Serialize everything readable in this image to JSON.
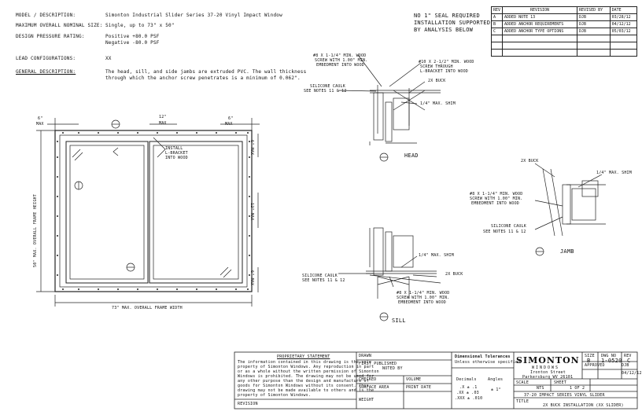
{
  "header": {
    "model_label": "MODEL / DESCRIPTION:",
    "model_value": "Simonton Industrial Slider Series 37-20 Vinyl Impact Window",
    "max_size_label": "MAXIMUM OVERALL NOMINAL SIZE:",
    "max_size_value": "Single, up to 73\" x 50\"",
    "design_pressure_label": "DESIGN PRESSURE RATING:",
    "design_pressure_pos": "Positive +80.0 PSF",
    "design_pressure_neg": "Negative -80.0 PSF",
    "impact_label": "LEAD CONFIGURATIONS:",
    "impact_value": "XX",
    "general_label": "GENERAL DESCRIPTION:",
    "general_line1": "The head, sill, and side jambs are extruded PVC. The wall thickness",
    "general_line2": "through which the anchor screw penetrates is a minimum of 0.062\"."
  },
  "note": {
    "line1": "NO 1\" SEAL REQUIRED",
    "line2": "INSTALLATION SUPPORTED",
    "line3": "BY ANALYSIS BELOW"
  },
  "revisions": {
    "header": [
      "REV",
      "REVISION",
      "REVISED BY",
      "DATE"
    ],
    "rows": [
      [
        "A",
        "ADDED NOTE 13",
        "DJB",
        "03/28/12"
      ],
      [
        "B",
        "ADDED ANCHOR REQUIREMENTS",
        "DJB",
        "04/12/12"
      ],
      [
        "C",
        "ADDED ANCHOR TYPE OPTIONS",
        "DJB",
        "05/03/12"
      ],
      [
        "",
        "",
        "",
        ""
      ],
      [
        "",
        "",
        "",
        ""
      ],
      [
        "",
        "",
        "",
        ""
      ]
    ]
  },
  "elevation": {
    "dim_top_left": "6\"",
    "dim_top_left_sub": "MAX",
    "dim_top_mid": "12\"",
    "dim_top_mid_sub": "MAX",
    "dim_top_right": "6\"",
    "dim_top_right_sub": "MAX",
    "dim_right_top": "6\" MAX",
    "dim_right_mid": "12\" MAX",
    "dim_right_bot": "6\" MAX",
    "left_dim": "50\" MAX. OVERALL FRAME HEIGHT",
    "bottom_dim": "73\" MAX. OVERALL FRAME WIDTH",
    "callout_line1": "INSTALL",
    "callout_line2": "L-BRACKET",
    "callout_line3": "INTO WOOD",
    "section_head": "1",
    "section_sill": "2",
    "section_jamb": "3"
  },
  "head_detail": {
    "note1_line1": "#8 X 1-1/4\" MIN. WOOD",
    "note1_line2": "SCREW WITH 1.00\" MIN.",
    "note1_line3": "EMBEDMENT INTO WOOD",
    "note2_line1": "#10 X 2-1/2\" MIN. WOOD",
    "note2_line2": "SCREW THROUGH",
    "note2_line3": "L-BRACKET INTO WOOD",
    "buck": "2X BUCK",
    "shim": "1/4\" MAX. SHIM",
    "caulk_line1": "SILICONE CAULK",
    "caulk_line2": "SEE NOTES 11 & 12",
    "title": "HEAD",
    "num": "1"
  },
  "jamb_detail": {
    "buck": "2X BUCK",
    "shim": "1/4\" MAX. SHIM",
    "screw_line1": "#8 X 1-1/4\" MIN. WOOD",
    "screw_line2": "SCREW WITH 1.00\" MIN.",
    "screw_line3": "EMBEDMENT INTO WOOD",
    "caulk_line1": "SILICONE CAULK",
    "caulk_line2": "SEE NOTES 11 & 12",
    "title": "JAMB",
    "num": "3"
  },
  "sill_detail": {
    "shim": "1/4\" MAX. SHIM",
    "buck": "2X BUCK",
    "caulk_line1": "SILICONE CAULK",
    "caulk_line2": "SEE NOTES 11 & 12",
    "screw_line1": "#8 X 1-1/4\" MIN. WOOD",
    "screw_line2": "SCREW WITH 1.00\" MIN.",
    "screw_line3": "EMBEDMENT INTO WOOD",
    "title": "SILL",
    "num": "2"
  },
  "title_block": {
    "prop_heading": "PROPRIETARY STATEMENT",
    "prop_text": [
      "The information contained in this drawing is the sole",
      "property of Simonton Windows. Any reproduction in part",
      "or as a whole without the written permission of Simonton",
      "Windows is prohibited. The drawing may not be used for",
      "any other purpose than the design and manufacture of",
      "goods for Simonton Windows without its consent. This",
      "drawing may not be made available to others and is the",
      "property of Simonton Windows."
    ],
    "drawn_label": "DRAWN",
    "first_pub_label": "FIRST PUBLISHED",
    "first_pub_value": "NOTED BY",
    "checked_label": "CHECKED",
    "surface_label": "SURFACE AREA",
    "volume_label": "VOLUME",
    "weight_label": "WEIGHT",
    "print_label": "PRINT DATE",
    "tolerance_title": "Dimensional Tolerances",
    "tolerance_sub": "Unless otherwise specified",
    "decimals_label": "Decimals",
    "angles_label": "Angles",
    "tol_x": ".X ± .1",
    "tol_xx": ".XX ± .03",
    "tol_xxx": ".XXX ± .010",
    "tol_ang": "± 1°",
    "logo": "SIMONTON",
    "logo_sub": "WINDOWS",
    "company_line1": "Ironton Street",
    "company_line2": "Parkersburg WV 26101",
    "size_label": "SIZE",
    "size_value": "B",
    "dwg_label": "DWG NO",
    "dwg_value": "1-0520",
    "rev_label": "REV",
    "rev_value": "C",
    "scale_label": "SCALE",
    "scale_value": "NTS",
    "sheet_label": "SHEET",
    "sheet_value": "1 OF 2",
    "date_value": "04/12/12",
    "approved_label": "APPROVED",
    "approved_value": "DJB",
    "type_line": "37-20 IMPACT SERIES VINYL SLIDER",
    "title_label": "TITLE",
    "title_value": "2X BUCK INSTALLATION (XX SLIDER)",
    "revision_small": "REVISION"
  }
}
